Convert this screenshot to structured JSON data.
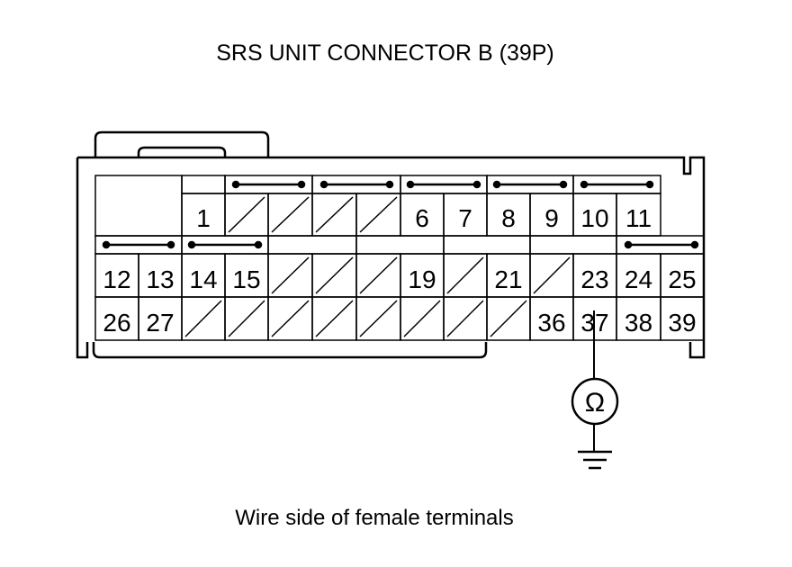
{
  "title": "SRS UNIT CONNECTOR B (39P)",
  "caption": "Wire side of female terminals",
  "meter_symbol": "Ω",
  "meter_icon": "ohmmeter-icon",
  "ground_icon": "ground-icon",
  "connector": {
    "pin_count": 39,
    "pins": [
      "1",
      "6",
      "7",
      "8",
      "9",
      "10",
      "11",
      "12",
      "13",
      "14",
      "15",
      "19",
      "21",
      "23",
      "24",
      "25",
      "26",
      "27",
      "36",
      "37",
      "38",
      "39"
    ],
    "probe_pin": "37"
  }
}
